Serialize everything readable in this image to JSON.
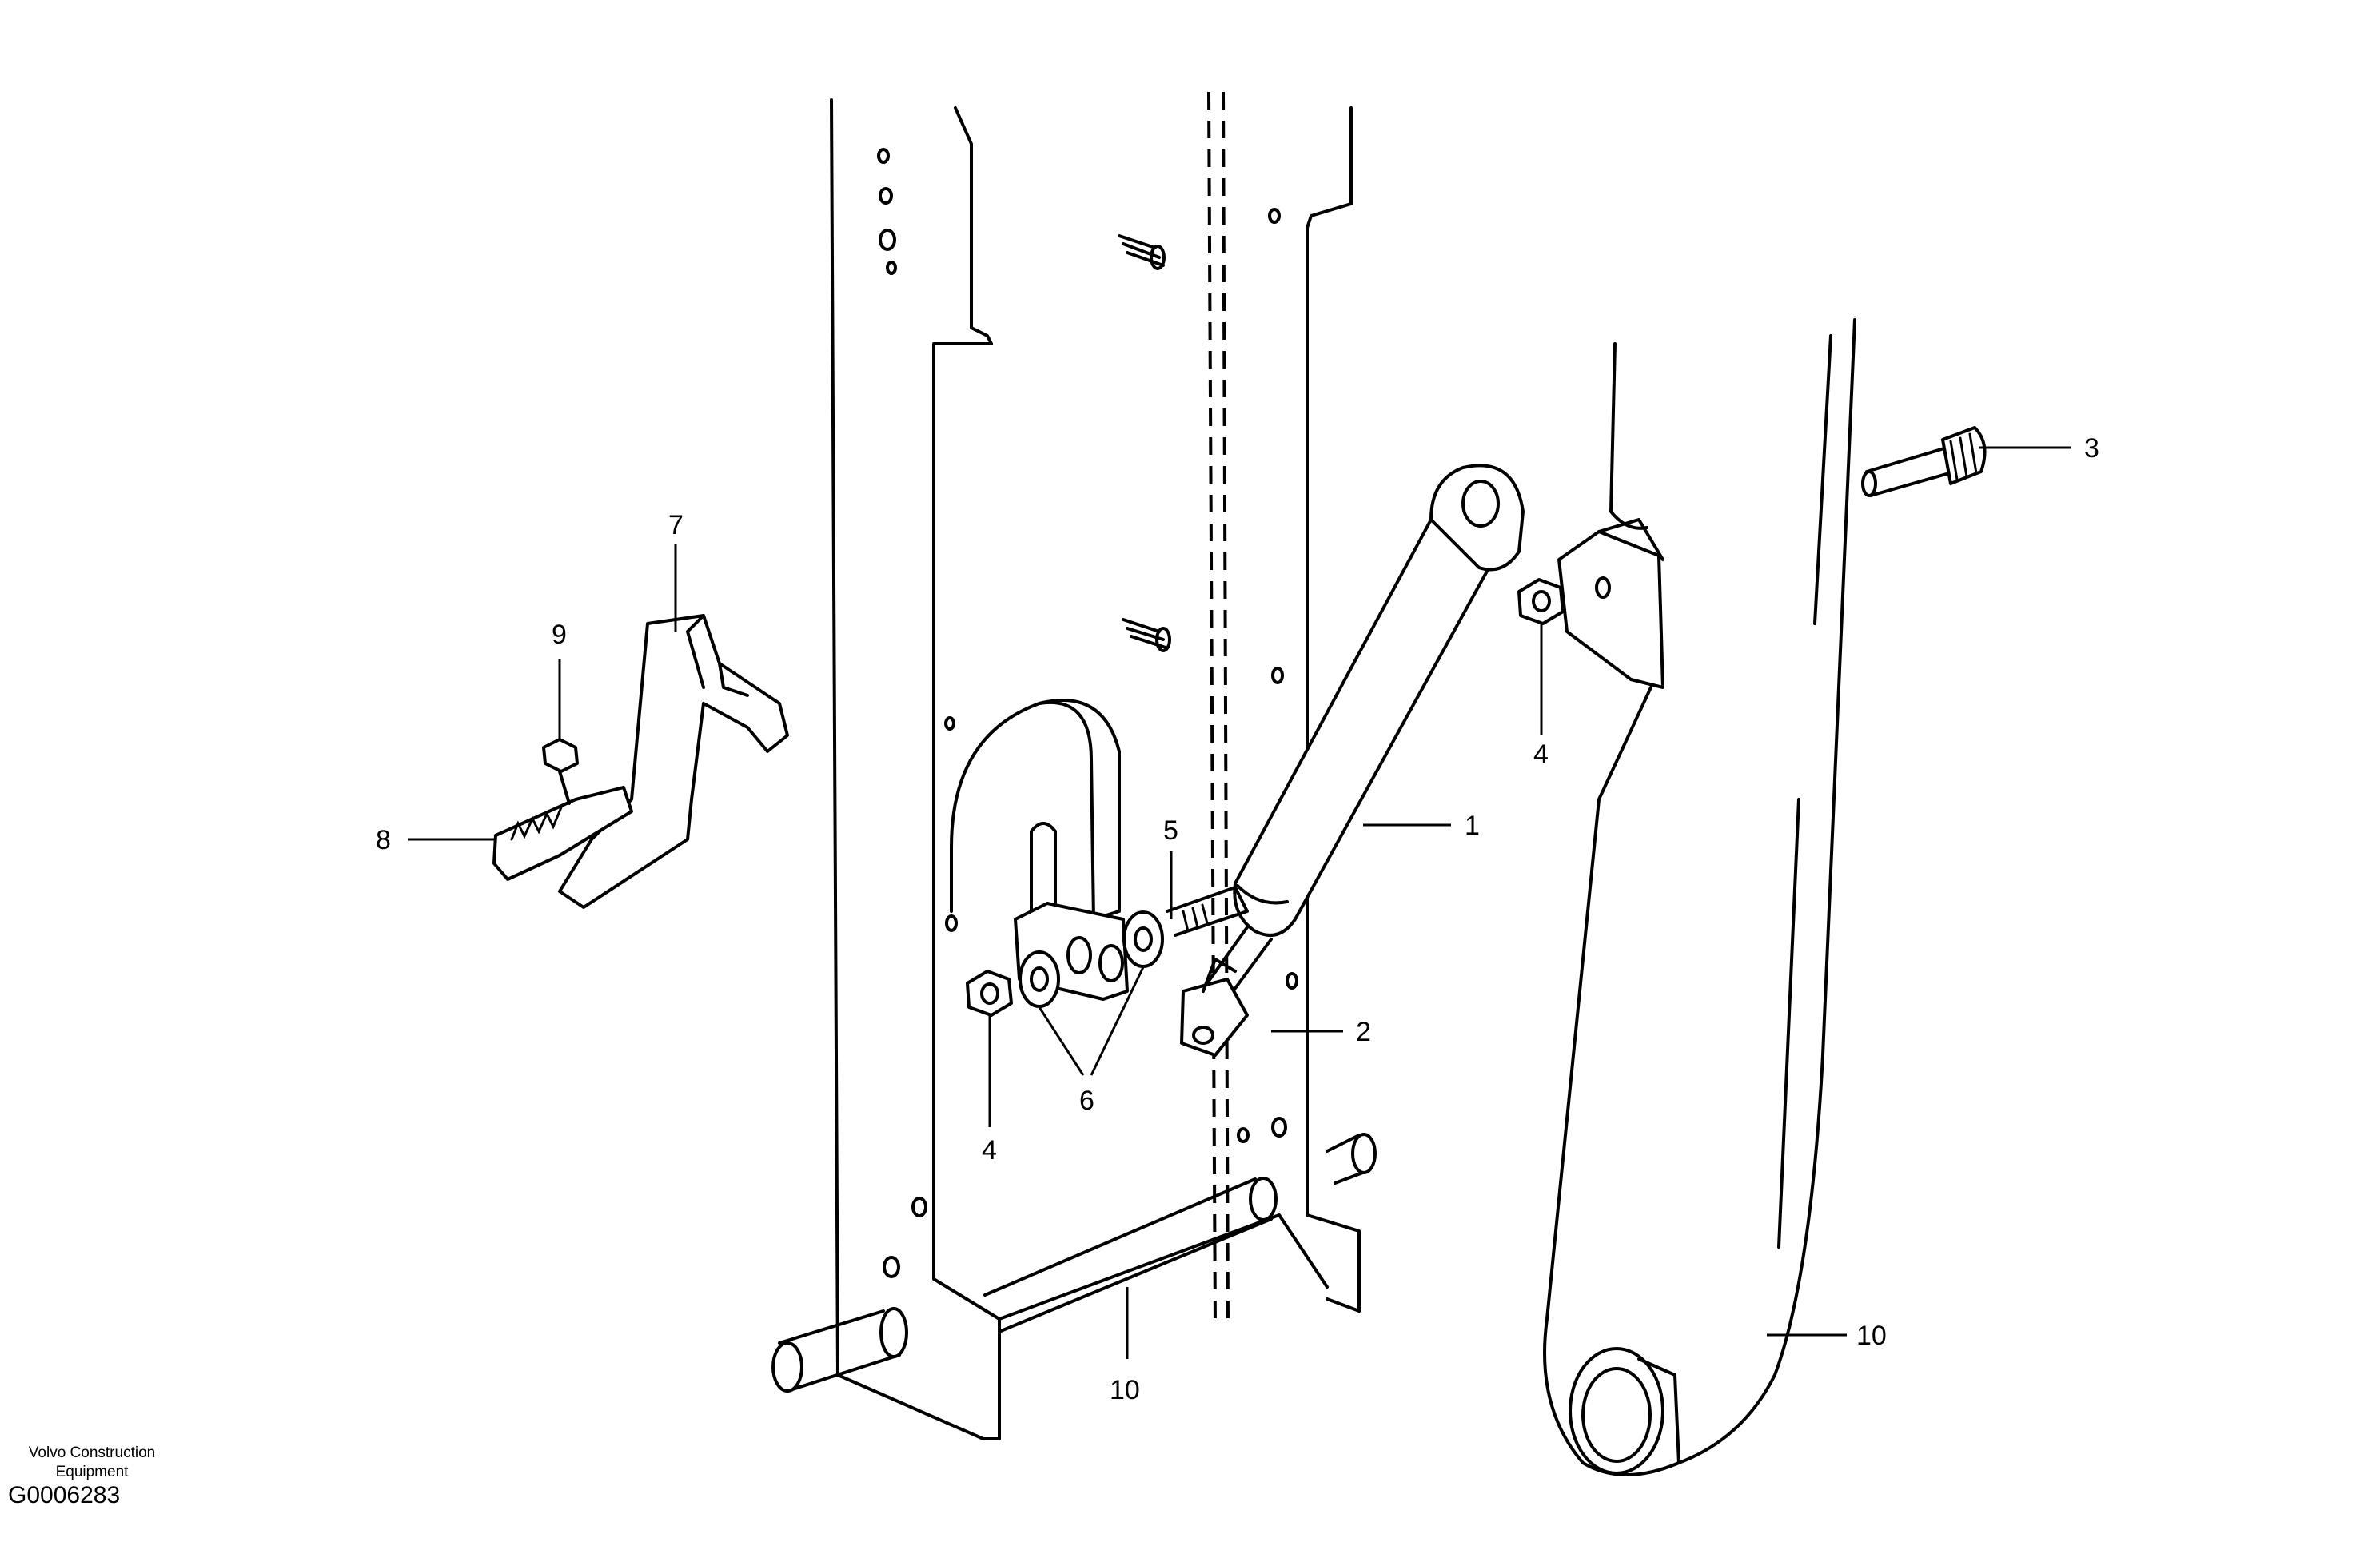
{
  "callouts": {
    "c1": "1",
    "c2": "2",
    "c3": "3",
    "c4a": "4",
    "c4b": "4",
    "c5": "5",
    "c6": "6",
    "c7": "7",
    "c8": "8",
    "c9": "9",
    "c10a": "10",
    "c10b": "10"
  },
  "credit": {
    "line1": "Volvo Construction",
    "line2": "Equipment"
  },
  "figure_code": "G0006283"
}
